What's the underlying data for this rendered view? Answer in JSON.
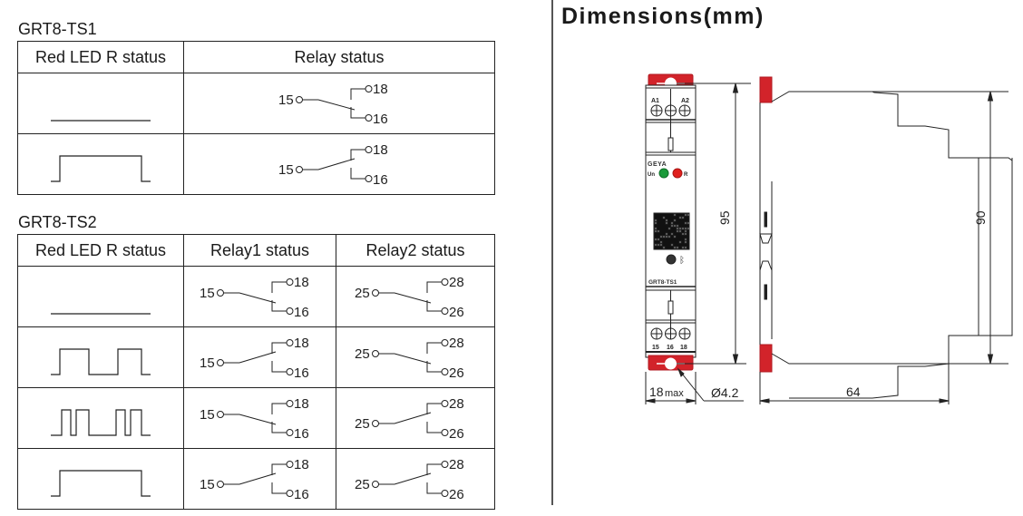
{
  "ts1": {
    "title": "GRT8-TS1",
    "headers": [
      "Red LED R status",
      "Relay status"
    ],
    "rows": [
      {
        "led_pattern": "off",
        "relay1": {
          "common": "15",
          "nc": "16",
          "no": "18",
          "state": "nc"
        }
      },
      {
        "led_pattern": "on",
        "relay1": {
          "common": "15",
          "nc": "16",
          "no": "18",
          "state": "no"
        }
      }
    ]
  },
  "ts2": {
    "title": "GRT8-TS2",
    "headers": [
      "Red LED R status",
      "Relay1 status",
      "Relay2 status"
    ],
    "rows": [
      {
        "led_pattern": "off",
        "relay1": {
          "common": "15",
          "nc": "16",
          "no": "18",
          "state": "nc"
        },
        "relay2": {
          "common": "25",
          "nc": "26",
          "no": "28",
          "state": "nc"
        }
      },
      {
        "led_pattern": "slow-blink",
        "relay1": {
          "common": "15",
          "nc": "16",
          "no": "18",
          "state": "no"
        },
        "relay2": {
          "common": "25",
          "nc": "26",
          "no": "28",
          "state": "nc"
        }
      },
      {
        "led_pattern": "fast-blink",
        "relay1": {
          "common": "15",
          "nc": "16",
          "no": "18",
          "state": "nc"
        },
        "relay2": {
          "common": "25",
          "nc": "26",
          "no": "28",
          "state": "no"
        }
      },
      {
        "led_pattern": "on",
        "relay1": {
          "common": "15",
          "nc": "16",
          "no": "18",
          "state": "no"
        },
        "relay2": {
          "common": "25",
          "nc": "26",
          "no": "28",
          "state": "no"
        }
      }
    ]
  },
  "dimensions": {
    "title": "Dimensions(mm)",
    "height_front": "95",
    "height_side": "90",
    "width_front": "18",
    "width_front_suffix": "max",
    "hole_diameter": "Ø4.2",
    "depth": "64",
    "device": {
      "brand": "GEYA",
      "model_label": "GRT8-TS1",
      "top_terminals": [
        "A1",
        "A2"
      ],
      "bottom_terminals": [
        "15",
        "16",
        "18"
      ],
      "led_un_label": "Un",
      "led_r_label": "R",
      "colors": {
        "clip": "#d2232a",
        "led_green": "#1a9a3a",
        "led_red": "#e0201e"
      }
    }
  }
}
